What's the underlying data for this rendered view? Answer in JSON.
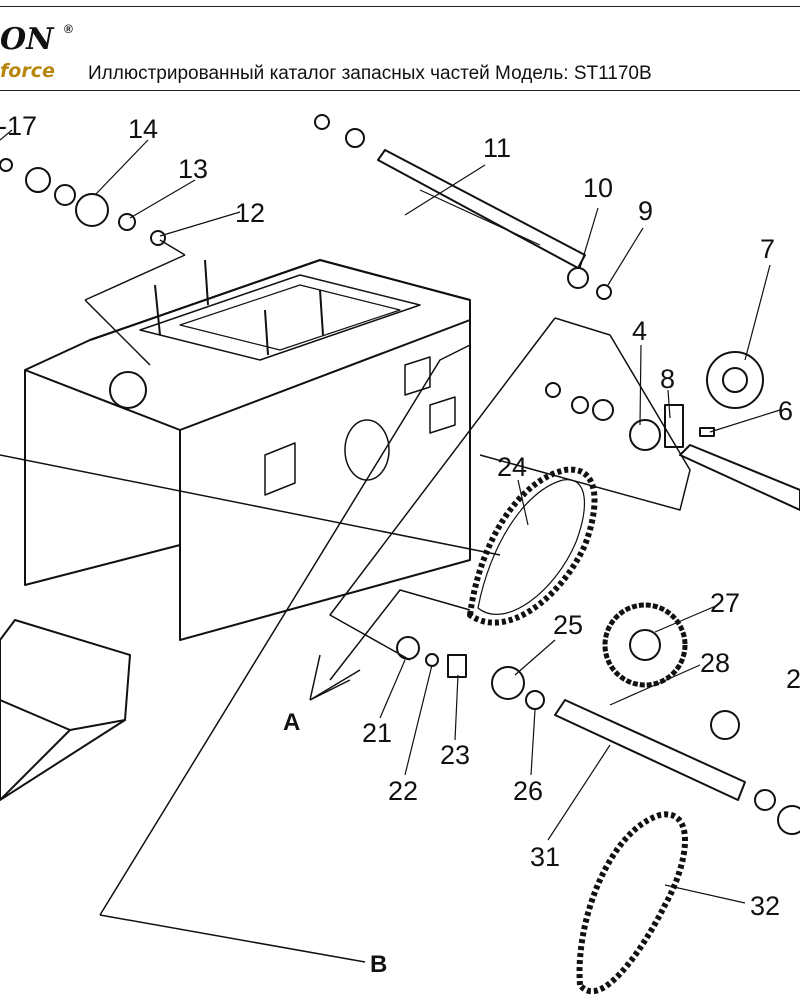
{
  "header": {
    "brand": "ON",
    "brand_mark": "®",
    "tagline": "force",
    "title": "Иллюстрированный каталог запасных частей  Модель: ST1170B"
  },
  "callouts": [
    {
      "id": "17",
      "text": "-17"
    },
    {
      "id": "14",
      "text": "14"
    },
    {
      "id": "13",
      "text": "13"
    },
    {
      "id": "12",
      "text": "12"
    },
    {
      "id": "11",
      "text": "11"
    },
    {
      "id": "10",
      "text": "10"
    },
    {
      "id": "9",
      "text": "9"
    },
    {
      "id": "7",
      "text": "7"
    },
    {
      "id": "4",
      "text": "4"
    },
    {
      "id": "8",
      "text": "8"
    },
    {
      "id": "6",
      "text": "6"
    },
    {
      "id": "24",
      "text": "24"
    },
    {
      "id": "27",
      "text": "27"
    },
    {
      "id": "25",
      "text": "25"
    },
    {
      "id": "28",
      "text": "28"
    },
    {
      "id": "2",
      "text": "2"
    },
    {
      "id": "21",
      "text": "21"
    },
    {
      "id": "23",
      "text": "23"
    },
    {
      "id": "22",
      "text": "22"
    },
    {
      "id": "26",
      "text": "26"
    },
    {
      "id": "31",
      "text": "31"
    },
    {
      "id": "32",
      "text": "32"
    },
    {
      "id": "A",
      "text": "A"
    },
    {
      "id": "B",
      "text": "B"
    }
  ],
  "colors": {
    "ink": "#111111",
    "brand_gold": "#b8860b",
    "paper": "#ffffff"
  }
}
